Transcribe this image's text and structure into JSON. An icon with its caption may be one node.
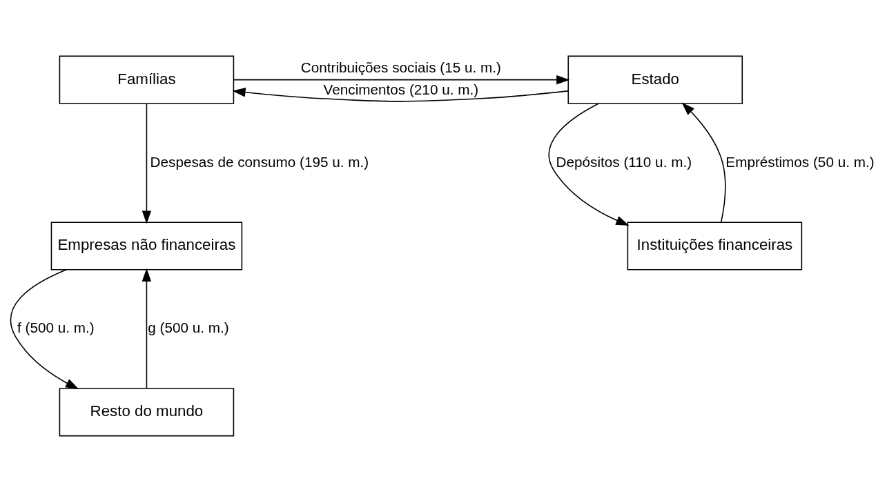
{
  "diagram": {
    "nodes": [
      {
        "text": [
          "Famílias"
        ]
      },
      {
        "text": [
          "Estado"
        ]
      },
      {
        "text": [
          "Empresas não financeiras"
        ]
      },
      {
        "text": [
          "Instituições financeiras"
        ]
      },
      {
        "text": [
          "Resto do mundo"
        ]
      }
    ],
    "edges": [
      {
        "from": 1,
        "to": 0,
        "arrow": "to",
        "label": "Vencimentos (210 u. m.)"
      },
      {
        "from": 0,
        "to": 1,
        "arrow": "to",
        "label": "Contribuições sociais (15 u. m.)"
      },
      {
        "from": 0,
        "to": 2,
        "arrow": "to",
        "label": "Despesas de consumo (195 u. m.)"
      },
      {
        "from": 1,
        "to": 3,
        "arrow": "to",
        "label": "Depósitos (110 u. m.)"
      },
      {
        "from": 3,
        "to": 1,
        "arrow": "to",
        "label": "Empréstimos (50 u. m.)"
      },
      {
        "from": 2,
        "to": 4,
        "arrow": "to",
        "label": "f (500 u. m.)"
      },
      {
        "from": 4,
        "to": 2,
        "arrow": "to",
        "label": "g (500 u. m.)"
      }
    ]
  }
}
